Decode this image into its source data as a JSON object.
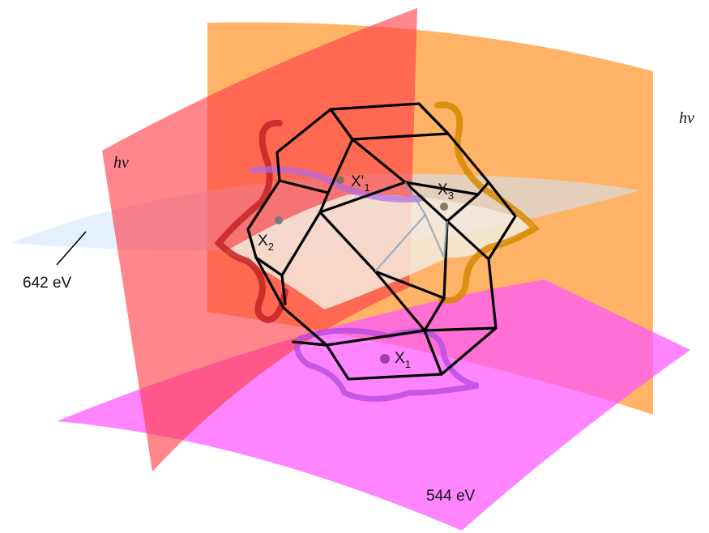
{
  "labels": {
    "hv_right": "hv",
    "hv_left": "hv",
    "energy_bottom": "544 eV",
    "energy_left": "642 eV"
  },
  "points": {
    "x1": {
      "base": "X",
      "sub": "1"
    },
    "x1p": {
      "base": "X'",
      "sub": "1"
    },
    "x2": {
      "base": "X",
      "sub": "2"
    },
    "x3": {
      "base": "X",
      "sub": "3"
    }
  },
  "colors": {
    "orange_plane": "#FF9933",
    "red_plane": "#FF5A5F",
    "magenta_plane": "#FF66FF",
    "blue_plane": "#DDEEFF",
    "contour_red": "#CC2A2A",
    "contour_orange": "#D98A00",
    "contour_purple": "#B86BE8",
    "contour_magenta": "#C050E0",
    "edge": "#000000"
  }
}
